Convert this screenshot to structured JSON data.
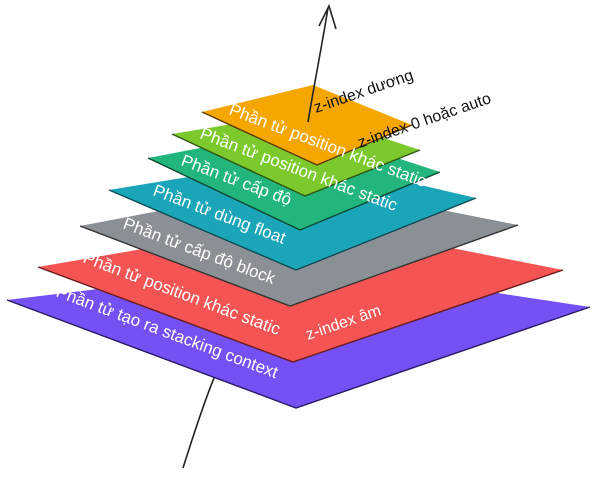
{
  "layers": [
    {
      "label": "Phần tử tạo ra stacking context",
      "color": "#7550f5"
    },
    {
      "label": "Phần tử position khác static",
      "color": "#f55454"
    },
    {
      "label": "Phần tử cấp độ block",
      "color": "#8b9096"
    },
    {
      "label": "Phần tử dùng float",
      "color": "#1aa6b8"
    },
    {
      "label": "Phần tử cấp độ",
      "color": "#22b57c"
    },
    {
      "label": "Phần tử position khác static",
      "color": "#16ad8f"
    },
    {
      "label": "Phần tử position khác static",
      "color": "#7cc92e"
    },
    {
      "label": "",
      "color": "#f5a700"
    }
  ],
  "annotations": {
    "negative": "z-index âm",
    "zero_auto": "z-index 0 hoặc auto",
    "positive": "z-index dương"
  }
}
